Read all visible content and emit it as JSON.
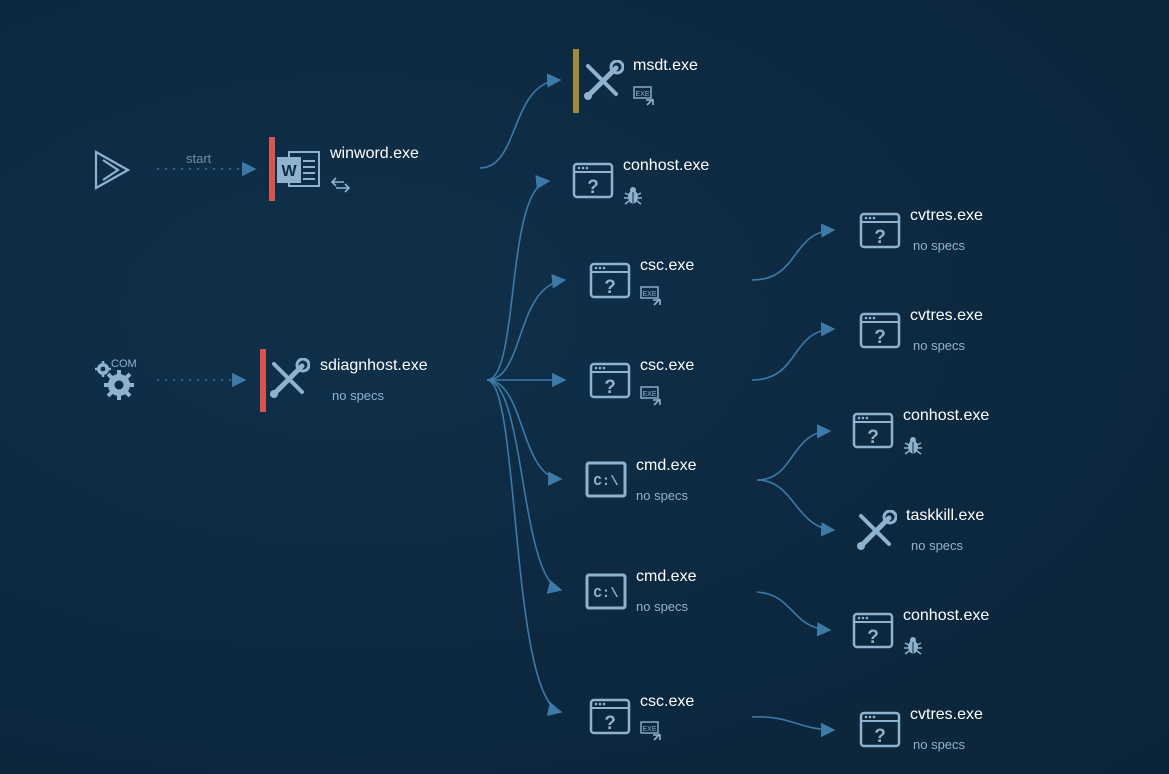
{
  "colors": {
    "background": "#0d2a42",
    "edge": "#3d7aa8",
    "icon": "#8fb3cf",
    "title_text": "#ffffff",
    "spec_text": "#8fb3cf",
    "bar_critical": "#d9534f",
    "bar_warning": "#a08a3c"
  },
  "entry": {
    "start_label": "start",
    "com_label": "COM"
  },
  "nodes": {
    "winword": {
      "title": "winword.exe",
      "icon": "word-icon",
      "badge": "arrows-icon"
    },
    "sdiagnhost": {
      "title": "sdiagnhost.exe",
      "spec": "no specs",
      "icon": "tools-icon"
    },
    "msdt": {
      "title": "msdt.exe",
      "icon": "tools-icon",
      "badge": "exe-icon"
    },
    "conhost1": {
      "title": "conhost.exe",
      "icon": "unknown-window-icon",
      "badge": "bug-icon"
    },
    "csc1": {
      "title": "csc.exe",
      "icon": "unknown-window-icon",
      "badge": "exe-icon"
    },
    "csc2": {
      "title": "csc.exe",
      "icon": "unknown-window-icon",
      "badge": "exe-icon"
    },
    "cmd1": {
      "title": "cmd.exe",
      "spec": "no specs",
      "icon": "cmd-icon"
    },
    "cmd2": {
      "title": "cmd.exe",
      "spec": "no specs",
      "icon": "cmd-icon"
    },
    "csc3": {
      "title": "csc.exe",
      "icon": "unknown-window-icon",
      "badge": "exe-icon"
    },
    "cvtres1": {
      "title": "cvtres.exe",
      "spec": "no specs",
      "icon": "unknown-window-icon"
    },
    "cvtres2": {
      "title": "cvtres.exe",
      "spec": "no specs",
      "icon": "unknown-window-icon"
    },
    "conhost2": {
      "title": "conhost.exe",
      "icon": "unknown-window-icon",
      "badge": "bug-icon"
    },
    "taskkill": {
      "title": "taskkill.exe",
      "spec": "no specs",
      "icon": "tools-icon"
    },
    "conhost3": {
      "title": "conhost.exe",
      "icon": "unknown-window-icon",
      "badge": "bug-icon"
    },
    "cvtres3": {
      "title": "cvtres.exe",
      "spec": "no specs",
      "icon": "unknown-window-icon"
    }
  }
}
